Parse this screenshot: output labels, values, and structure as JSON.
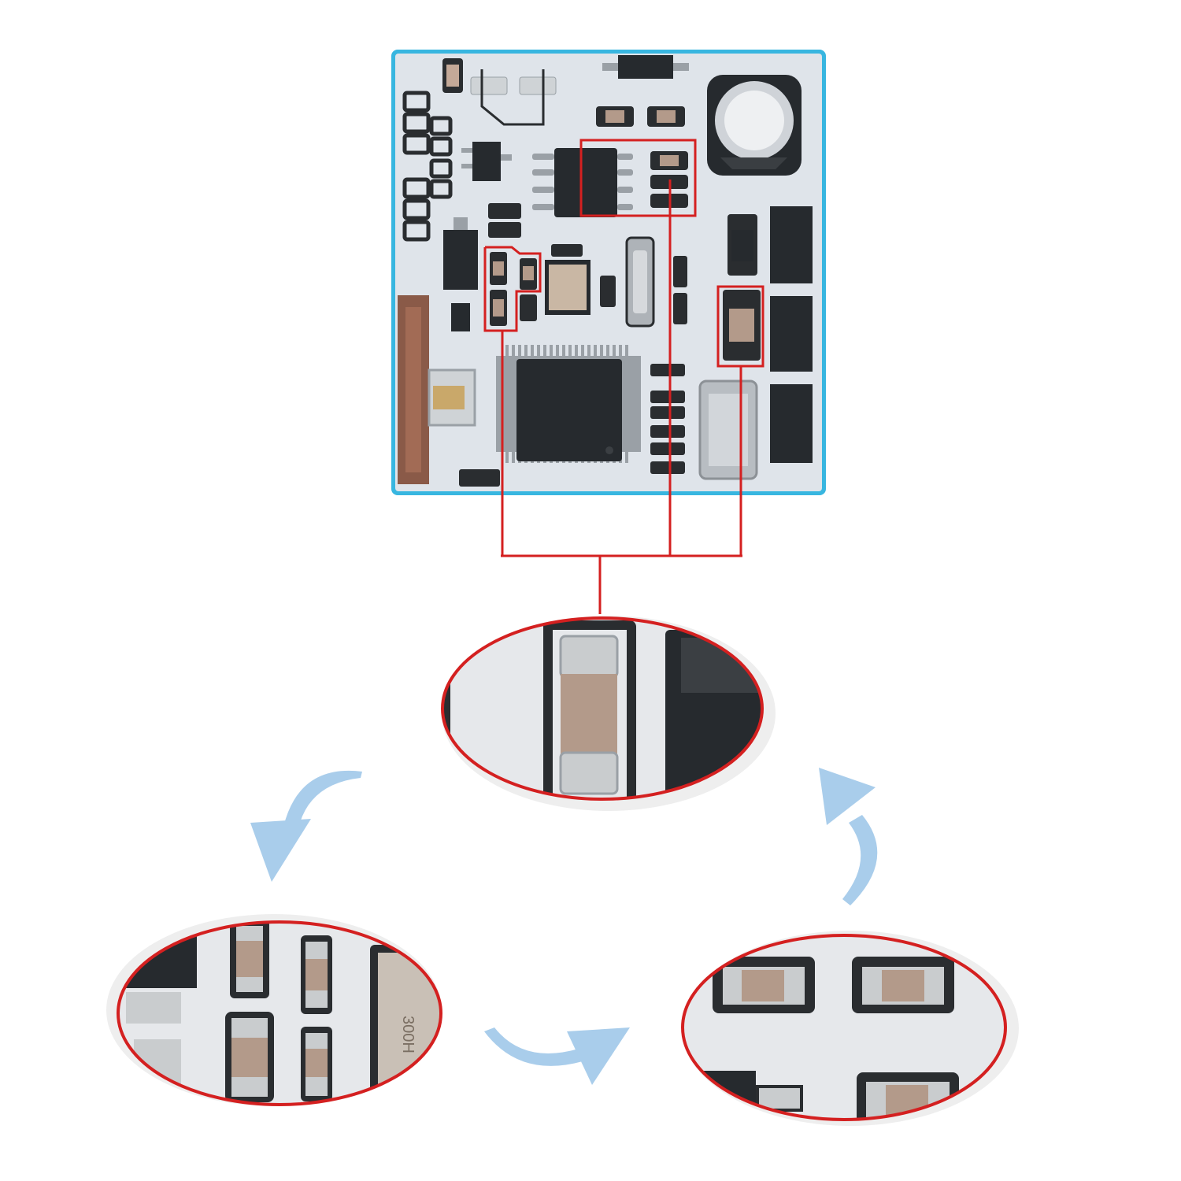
{
  "figure": {
    "colors": {
      "board_frame": "#38b6e0",
      "board_surface": "#dfe4ea",
      "highlight": "#d42020",
      "arrow": "#a9cdeb",
      "chip": "#262a2e",
      "cap_body": "#b39a8a",
      "cap_end": "#c9ccce",
      "silkscreen": "#2a2d30"
    },
    "board": {
      "name": "pcb-board-photo"
    },
    "highlights": [
      {
        "name": "highlight-ic-caps"
      },
      {
        "name": "highlight-left-caps"
      },
      {
        "name": "highlight-right-cap"
      }
    ],
    "zooms": [
      {
        "name": "zoom-single-capacitor"
      },
      {
        "name": "zoom-vertical-capacitors"
      },
      {
        "name": "zoom-horizontal-capacitors"
      }
    ],
    "arrows": [
      {
        "name": "cycle-arrow-left",
        "icon": "curved-arrow-icon"
      },
      {
        "name": "cycle-arrow-bottom",
        "icon": "curved-arrow-icon"
      },
      {
        "name": "cycle-arrow-right",
        "icon": "curved-arrow-icon"
      }
    ],
    "markings": {
      "crystal_label": "300H"
    }
  }
}
